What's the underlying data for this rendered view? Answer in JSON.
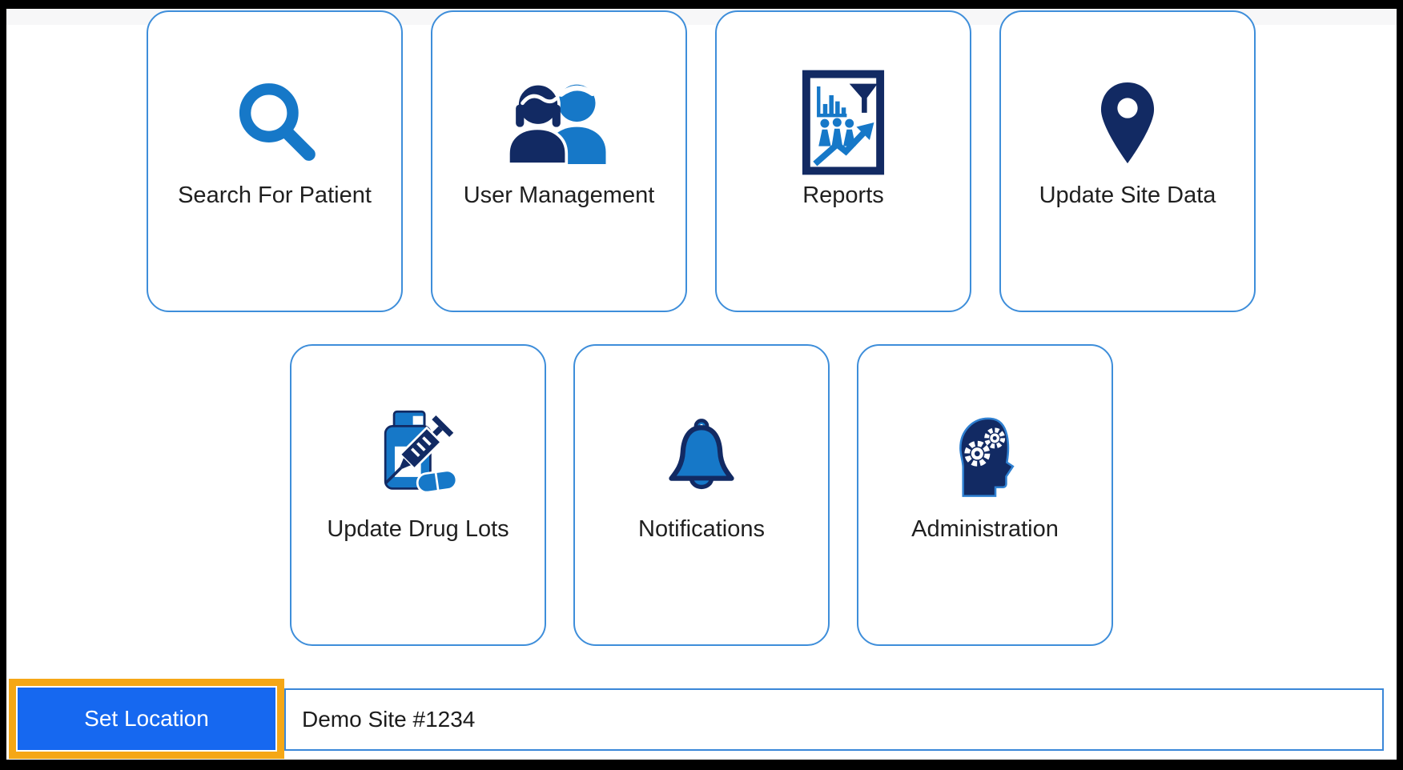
{
  "page": {
    "background": "#ffffff",
    "frame_color": "#000000",
    "top_strip_color": "#f7f7f8"
  },
  "tiles": [
    {
      "label": "Search For Patient",
      "icon": "search-icon"
    },
    {
      "label": "User Management",
      "icon": "users-icon"
    },
    {
      "label": "Reports",
      "icon": "report-chart-icon"
    },
    {
      "label": "Update Site Data",
      "icon": "location-pin-icon"
    },
    {
      "label": "Update Drug Lots",
      "icon": "syringe-bottle-icon"
    },
    {
      "label": "Notifications",
      "icon": "bell-icon"
    },
    {
      "label": "Administration",
      "icon": "head-gears-icon"
    }
  ],
  "footer": {
    "set_location_label": "Set Location",
    "site_field_value": "Demo Site #1234"
  },
  "colors": {
    "card_border": "#3e8eda",
    "icon_blue": "#1678c8",
    "icon_navy": "#122a63",
    "button_blue": "#1668f0",
    "highlight_orange": "#f5a716",
    "field_border": "#3a87d8",
    "label_text": "#1f1f1f"
  }
}
